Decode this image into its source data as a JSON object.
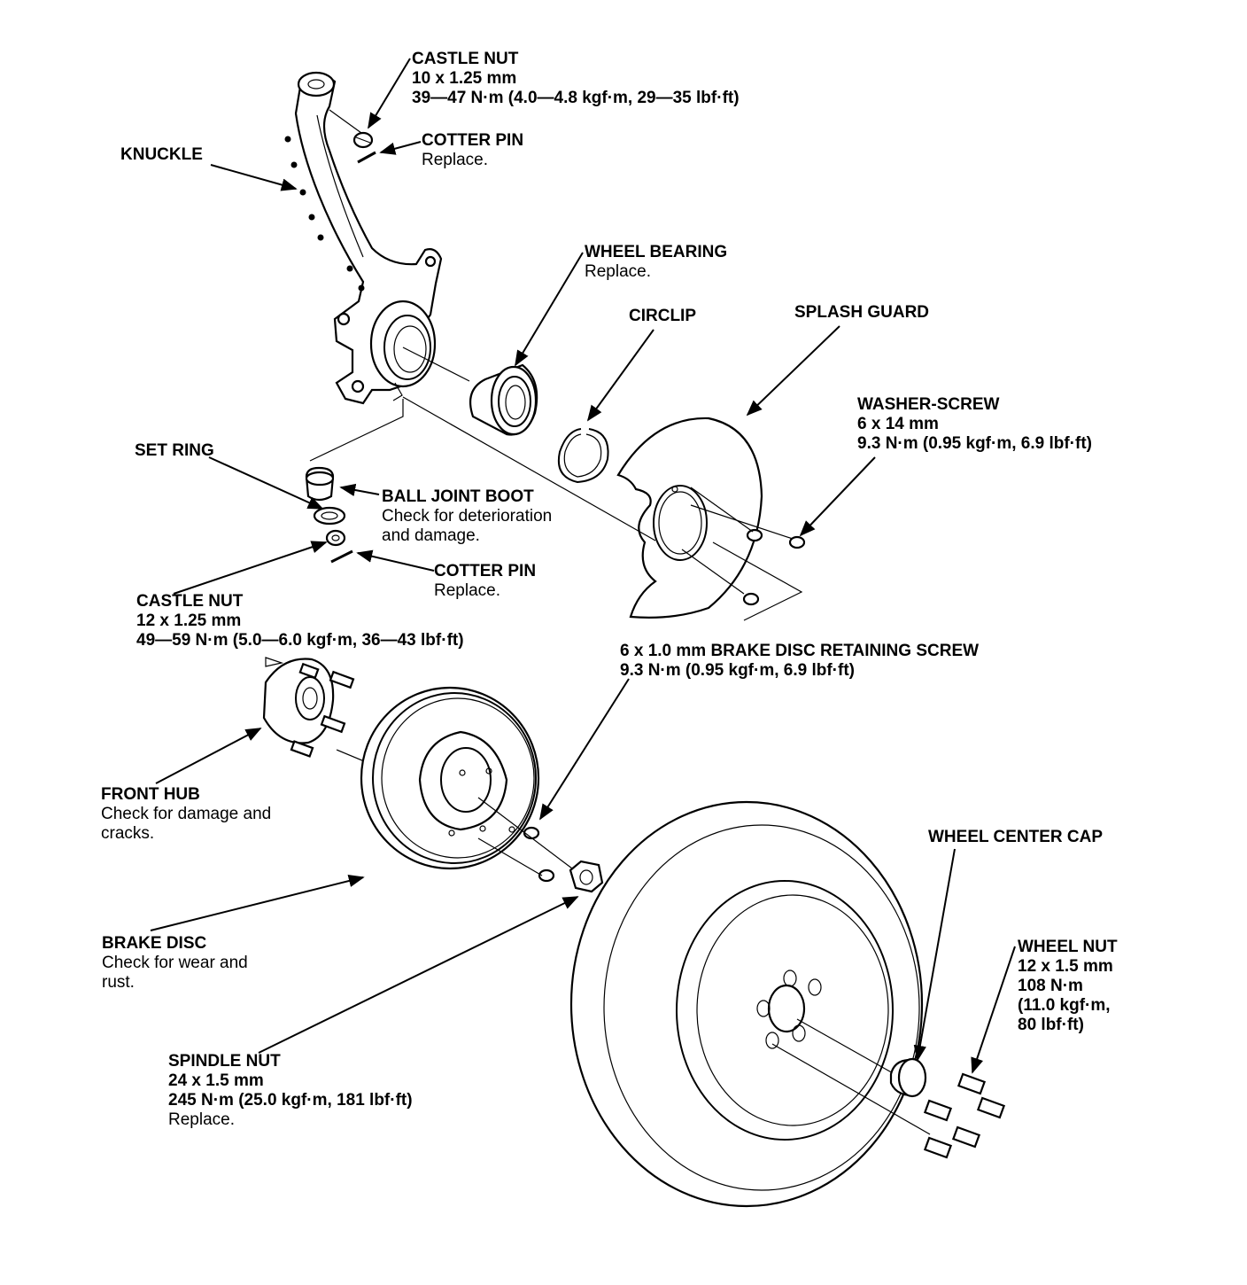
{
  "labels": {
    "castle_nut_top": {
      "title": "CASTLE NUT",
      "spec": "10 x 1.25 mm",
      "torque": "39—47 N·m (4.0—4.8 kgf·m, 29—35 lbf·ft)"
    },
    "knuckle": {
      "title": "KNUCKLE"
    },
    "cotter_pin_top": {
      "title": "COTTER PIN",
      "note": "Replace."
    },
    "wheel_bearing": {
      "title": "WHEEL BEARING",
      "note": "Replace."
    },
    "circlip": {
      "title": "CIRCLIP"
    },
    "splash_guard": {
      "title": "SPLASH GUARD"
    },
    "washer_screw": {
      "title": "WASHER-SCREW",
      "spec": "6 x 14 mm",
      "torque": "9.3 N·m (0.95 kgf·m, 6.9 lbf·ft)"
    },
    "set_ring": {
      "title": "SET RING"
    },
    "ball_joint_boot": {
      "title": "BALL JOINT BOOT",
      "note1": "Check for deterioration",
      "note2": "and damage."
    },
    "cotter_pin_bottom": {
      "title": "COTTER PIN",
      "note": "Replace."
    },
    "castle_nut_bottom": {
      "title": "CASTLE NUT",
      "spec": "12 x 1.25 mm",
      "torque": "49—59 N·m (5.0—6.0 kgf·m, 36—43 lbf·ft)"
    },
    "brake_disc_screw": {
      "title": "6 x 1.0 mm BRAKE DISC RETAINING SCREW",
      "torque": "9.3 N·m (0.95 kgf·m, 6.9 lbf·ft)"
    },
    "front_hub": {
      "title": "FRONT HUB",
      "note1": "Check for damage and",
      "note2": "cracks."
    },
    "wheel_center_cap": {
      "title": "WHEEL CENTER CAP"
    },
    "brake_disc": {
      "title": "BRAKE DISC",
      "note1": "Check for wear and",
      "note2": "rust."
    },
    "wheel_nut": {
      "title": "WHEEL NUT",
      "spec": "12 x 1.5 mm",
      "torque1": "108 N·m",
      "torque2": "(11.0 kgf·m,",
      "torque3": "80 lbf·ft)"
    },
    "spindle_nut": {
      "title": "SPINDLE NUT",
      "spec": "24 x 1.5 mm",
      "torque": "245 N·m (25.0 kgf·m, 181 lbf·ft)",
      "note": "Replace."
    }
  }
}
